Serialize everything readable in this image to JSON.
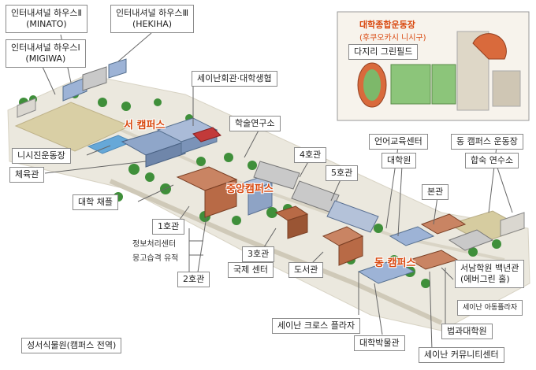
{
  "colors": {
    "campus_label": "#d9480f",
    "ground": "#e9e6dc",
    "building_blue": "#8fa6c9",
    "building_brick": "#b86a46",
    "tree": "#3f8f3a"
  },
  "dorms": {
    "minato": {
      "name": "인터내셔널 하우스Ⅱ",
      "sub": "(MINATO)"
    },
    "hekiha": {
      "name": "인터내셔널 하우스Ⅲ",
      "sub": "(HEKIHA)"
    },
    "migiwa": {
      "name": "인터내셔널 하우스Ⅰ",
      "sub": "(MIGIWA)"
    }
  },
  "inset": {
    "title": "대학종합운동장",
    "subtitle": "(후쿠오카시 니시구)",
    "field_label": "다지리 그린필드"
  },
  "campuses": {
    "west": "서 캠퍼스",
    "central": "중앙캠퍼스",
    "east": "동 캠퍼스"
  },
  "labels": {
    "seinan_hall": "세이난회관·대학생협",
    "academic_institute": "학술연구소",
    "nishijin_ground": "니시진운동장",
    "gym": "체육관",
    "chapel": "대학 채플",
    "hall4": "4호관",
    "hall5": "5호관",
    "language_center": "언어교육센터",
    "east_ground": "동 캠퍼스 운동장",
    "graduate_school": "대학원",
    "seminar_house": "합숙 연수소",
    "main_hall": "본관",
    "hall1": "1호관",
    "info_center": "정보처리센터",
    "mongol_ruins": "몽고습격 유적",
    "hall3": "3호관",
    "international_center": "국제 센터",
    "library": "도서관",
    "hall2": "2호관",
    "centennial": "서남학원 백년관",
    "centennial_sub": "(에버그린 홀)",
    "kids_plaza": "세이난 아동플라자",
    "cross_plaza": "세이난 크로스 플라자",
    "law_school": "법과대학원",
    "museum": "대학박물관",
    "community_center": "세이난 커뮤니티센터",
    "botanical": "성서식물원(캠퍼스 전역)"
  }
}
